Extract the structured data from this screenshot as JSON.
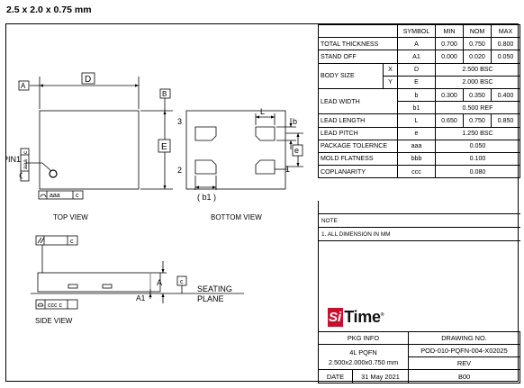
{
  "title": "2.5 x 2.0 x 0.75 mm",
  "drawing": {
    "labels": {
      "a": "A",
      "b": "B",
      "c": "c",
      "d": "D",
      "e": "E",
      "pin1": "PIN1",
      "aaa_c": "aaa c",
      "ccc_c": "ccc c",
      "bbb_c": "bbb c",
      "pin3": "3",
      "pin2": "2",
      "pin1num": "1",
      "l": "L",
      "b_lower": "b",
      "e_lower": "e",
      "b1": "( b1 )",
      "big_a": "A",
      "a1": "A1",
      "seating": "SEATING",
      "plane": "PLANE",
      "aaa": "aaa"
    },
    "views": {
      "top": "TOP VIEW",
      "bottom": "BOTTOM VIEW",
      "side": "SIDE VIEW"
    }
  },
  "spec": {
    "headers": [
      "SYMBOL",
      "MIN",
      "NOM",
      "MAX"
    ],
    "rows": {
      "thickness": {
        "label": "TOTAL THICKNESS",
        "sym": "A",
        "min": "0.700",
        "nom": "0.750",
        "max": "0.800"
      },
      "standoff": {
        "label": "STAND OFF",
        "sym": "A1",
        "min": "0.000",
        "nom": "0.020",
        "max": "0.050"
      },
      "body": {
        "label": "BODY SIZE",
        "x": "X",
        "y": "Y",
        "sym_x": "D",
        "val_x": "2.500 BSC",
        "sym_y": "E",
        "val_y": "2.000 BSC"
      },
      "lead_width": {
        "label": "LEAD WIDTH",
        "sym_b": "b",
        "min": "0.300",
        "nom": "0.350",
        "max": "0.400",
        "sym_b1": "b1",
        "val_b1": "0.500 REF"
      },
      "lead_length": {
        "label": "LEAD LENGTH",
        "sym": "L",
        "min": "0.650",
        "nom": "0.750",
        "max": "0.850"
      },
      "lead_pitch": {
        "label": "LEAD PITCH",
        "sym": "e",
        "val": "1.250 BSC"
      },
      "tolerance": {
        "label": "PACKAGE TOLERNCE",
        "sym": "aaa",
        "val": "0.050"
      },
      "flatness": {
        "label": "MOLD FLATNESS",
        "sym": "bbb",
        "val": "0.100"
      },
      "coplanarity": {
        "label": "COPLANARITY",
        "sym": "ccc",
        "val": "0.080"
      }
    }
  },
  "notes": {
    "heading": "NOTE",
    "items": [
      "1. ALL DIMENSION IN MM"
    ]
  },
  "logo": {
    "box": "Si",
    "text": "Time",
    "tm": "®",
    "brand_color": "#c8102e"
  },
  "title_block": {
    "pkg_info_label": "PKG INFO",
    "drawing_no_label": "DRAWING NO.",
    "pkg_name": "4L PQFN",
    "pkg_size": "2.500x2.000x0.750 mm",
    "drawing_no": "POD-010-PQFN-004-X02025",
    "rev_label": "REV",
    "date_label": "DATE",
    "date": "31 May 2021",
    "rev": "B00"
  }
}
